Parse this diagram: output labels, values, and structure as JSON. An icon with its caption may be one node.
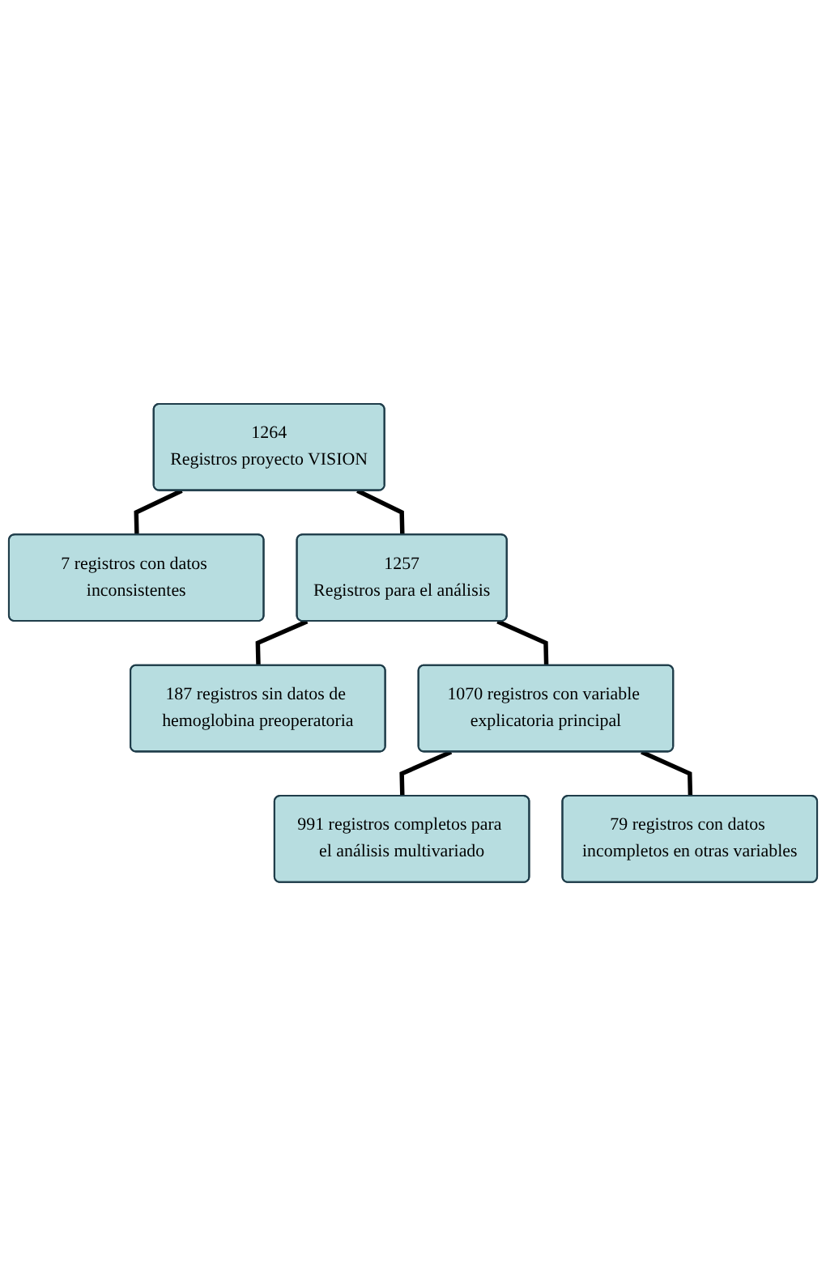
{
  "diagram": {
    "nodes": [
      {
        "text": [
          "1264",
          "Registros proyecto VISION"
        ]
      },
      {
        "text": [
          "7 registros con datos inconsistentes"
        ]
      },
      {
        "text": [
          "1257",
          "Registros para el análisis"
        ]
      },
      {
        "text": [
          "187 registros sin datos de hemoglobina preoperatoria"
        ]
      },
      {
        "text": [
          "1070 registros con variable explicatoria principal"
        ]
      },
      {
        "text": [
          "79 registros con datos incompletos en otras variables"
        ]
      },
      {
        "text": [
          "991 registros completos para el análisis multivariado"
        ]
      }
    ],
    "edges": [
      {
        "from": 0,
        "to": 2,
        "arrow": "none"
      },
      {
        "from": 0,
        "to": 1,
        "arrow": "none"
      },
      {
        "from": 2,
        "to": 4,
        "arrow": "none"
      },
      {
        "from": 2,
        "to": 3,
        "arrow": "none"
      },
      {
        "from": 4,
        "to": 6,
        "arrow": "none"
      },
      {
        "from": 4,
        "to": 5,
        "arrow": "none"
      }
    ]
  }
}
